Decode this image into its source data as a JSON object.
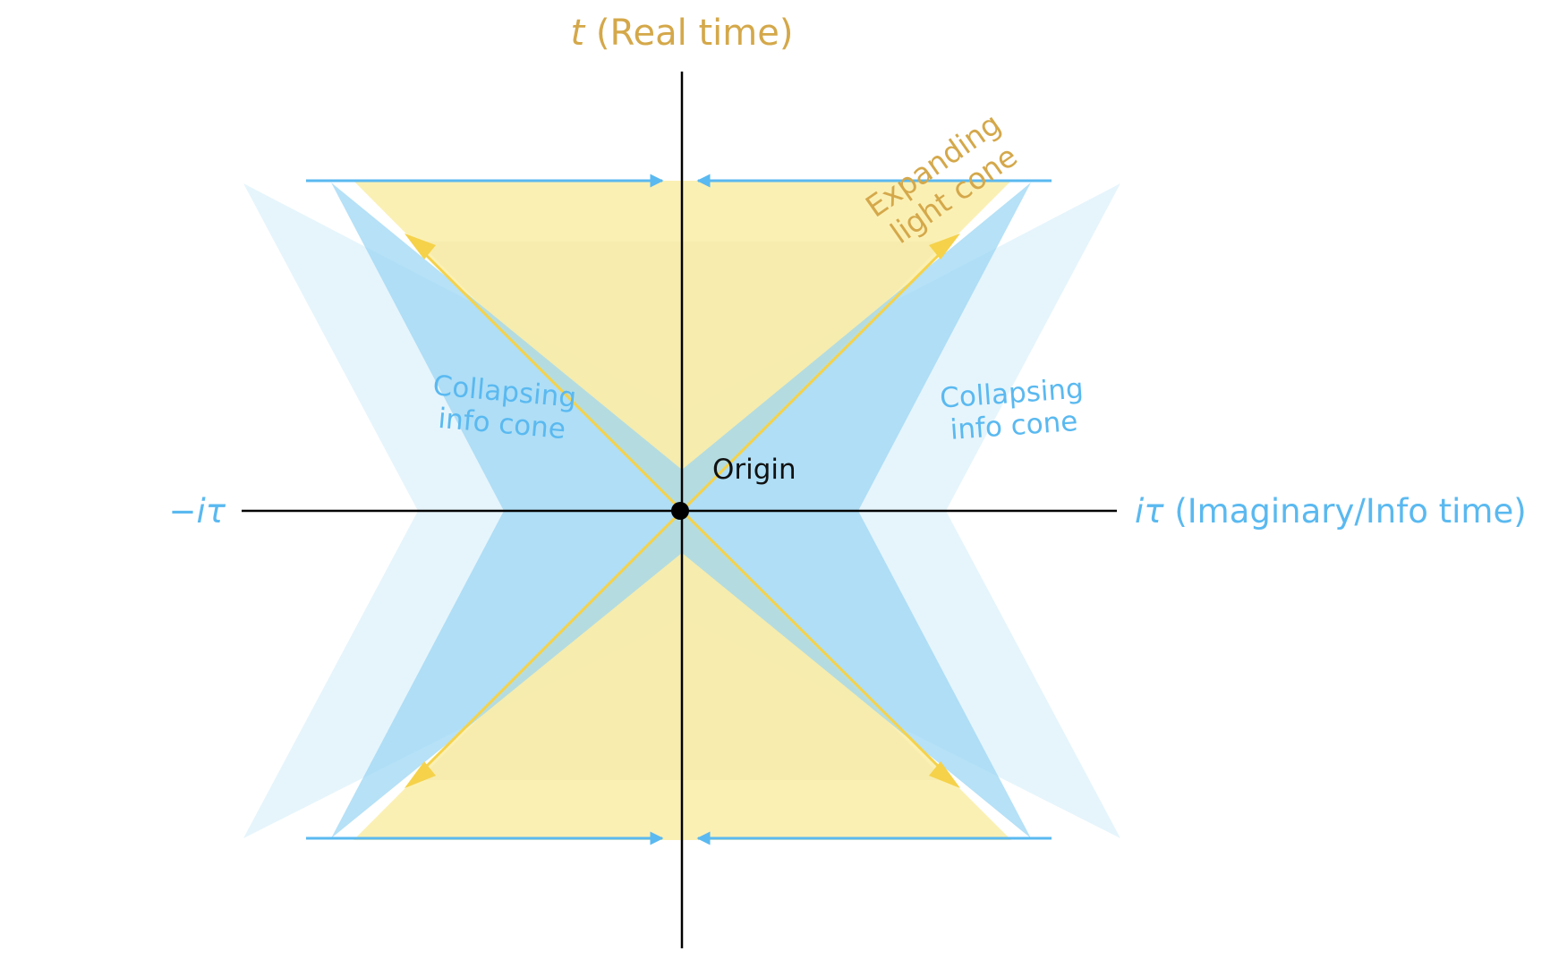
{
  "colors": {
    "real_time": "#D4A84A",
    "info_time": "#5AB9F0",
    "light_cone_fill": "#FBEFB0",
    "light_cone_arrow": "#F5D24A",
    "info_cone_fill": "#B0E0F7",
    "info_cone_outer": "#E6F5FC",
    "axis": "#000000",
    "origin_label": "#111111"
  },
  "axes": {
    "vertical": {
      "symbol": "t",
      "label": " (Real time)"
    },
    "horizontal_positive": {
      "symbol": "iτ",
      "label": " (Imaginary/Info time)"
    },
    "horizontal_negative": {
      "symbol": "−iτ"
    }
  },
  "annotations": {
    "origin": "Origin",
    "light_cone": [
      "Expanding",
      "light cone"
    ],
    "info_cone_left": [
      "Collapsing",
      "info cone"
    ],
    "info_cone_right": [
      "Collapsing",
      "info cone"
    ]
  }
}
